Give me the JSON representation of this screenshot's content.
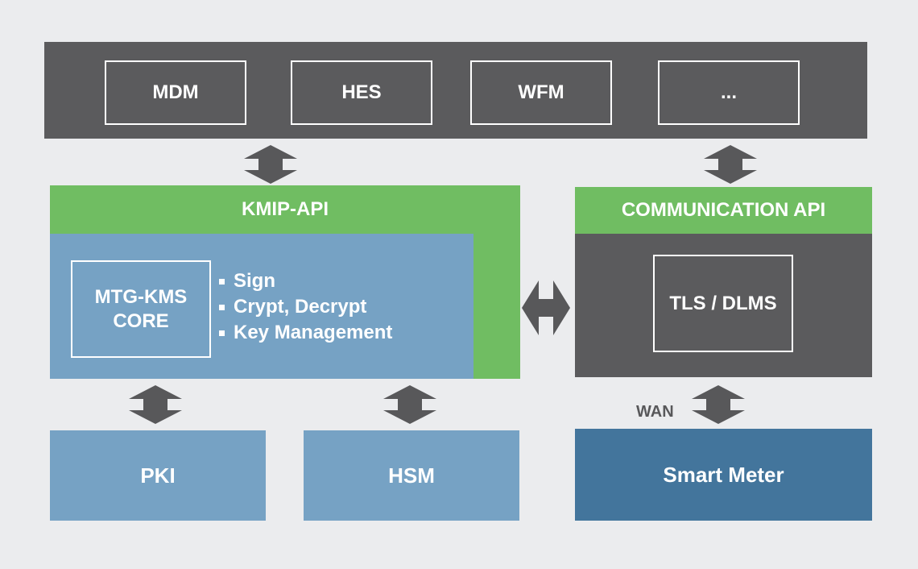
{
  "apps": {
    "items": [
      {
        "label": "MDM"
      },
      {
        "label": "HES"
      },
      {
        "label": "WFM"
      },
      {
        "label": "..."
      }
    ]
  },
  "kmip": {
    "api_label": "KMIP-API",
    "core_label": "MTG-KMS\nCORE",
    "features": [
      "Sign",
      "Crypt, Decrypt",
      "Key Management"
    ]
  },
  "comm": {
    "api_label": "COMMUNICATION API",
    "protocol_label": "TLS / DLMS",
    "wan_label": "WAN"
  },
  "bottom": {
    "pki_label": "PKI",
    "hsm_label": "HSM",
    "meter_label": "Smart Meter"
  },
  "colors": {
    "dark": "#5b5b5d",
    "green": "#70bd62",
    "blue": "#76a2c4",
    "navy": "#43759c",
    "background": "#ebecee",
    "arrow": "#58585a"
  }
}
